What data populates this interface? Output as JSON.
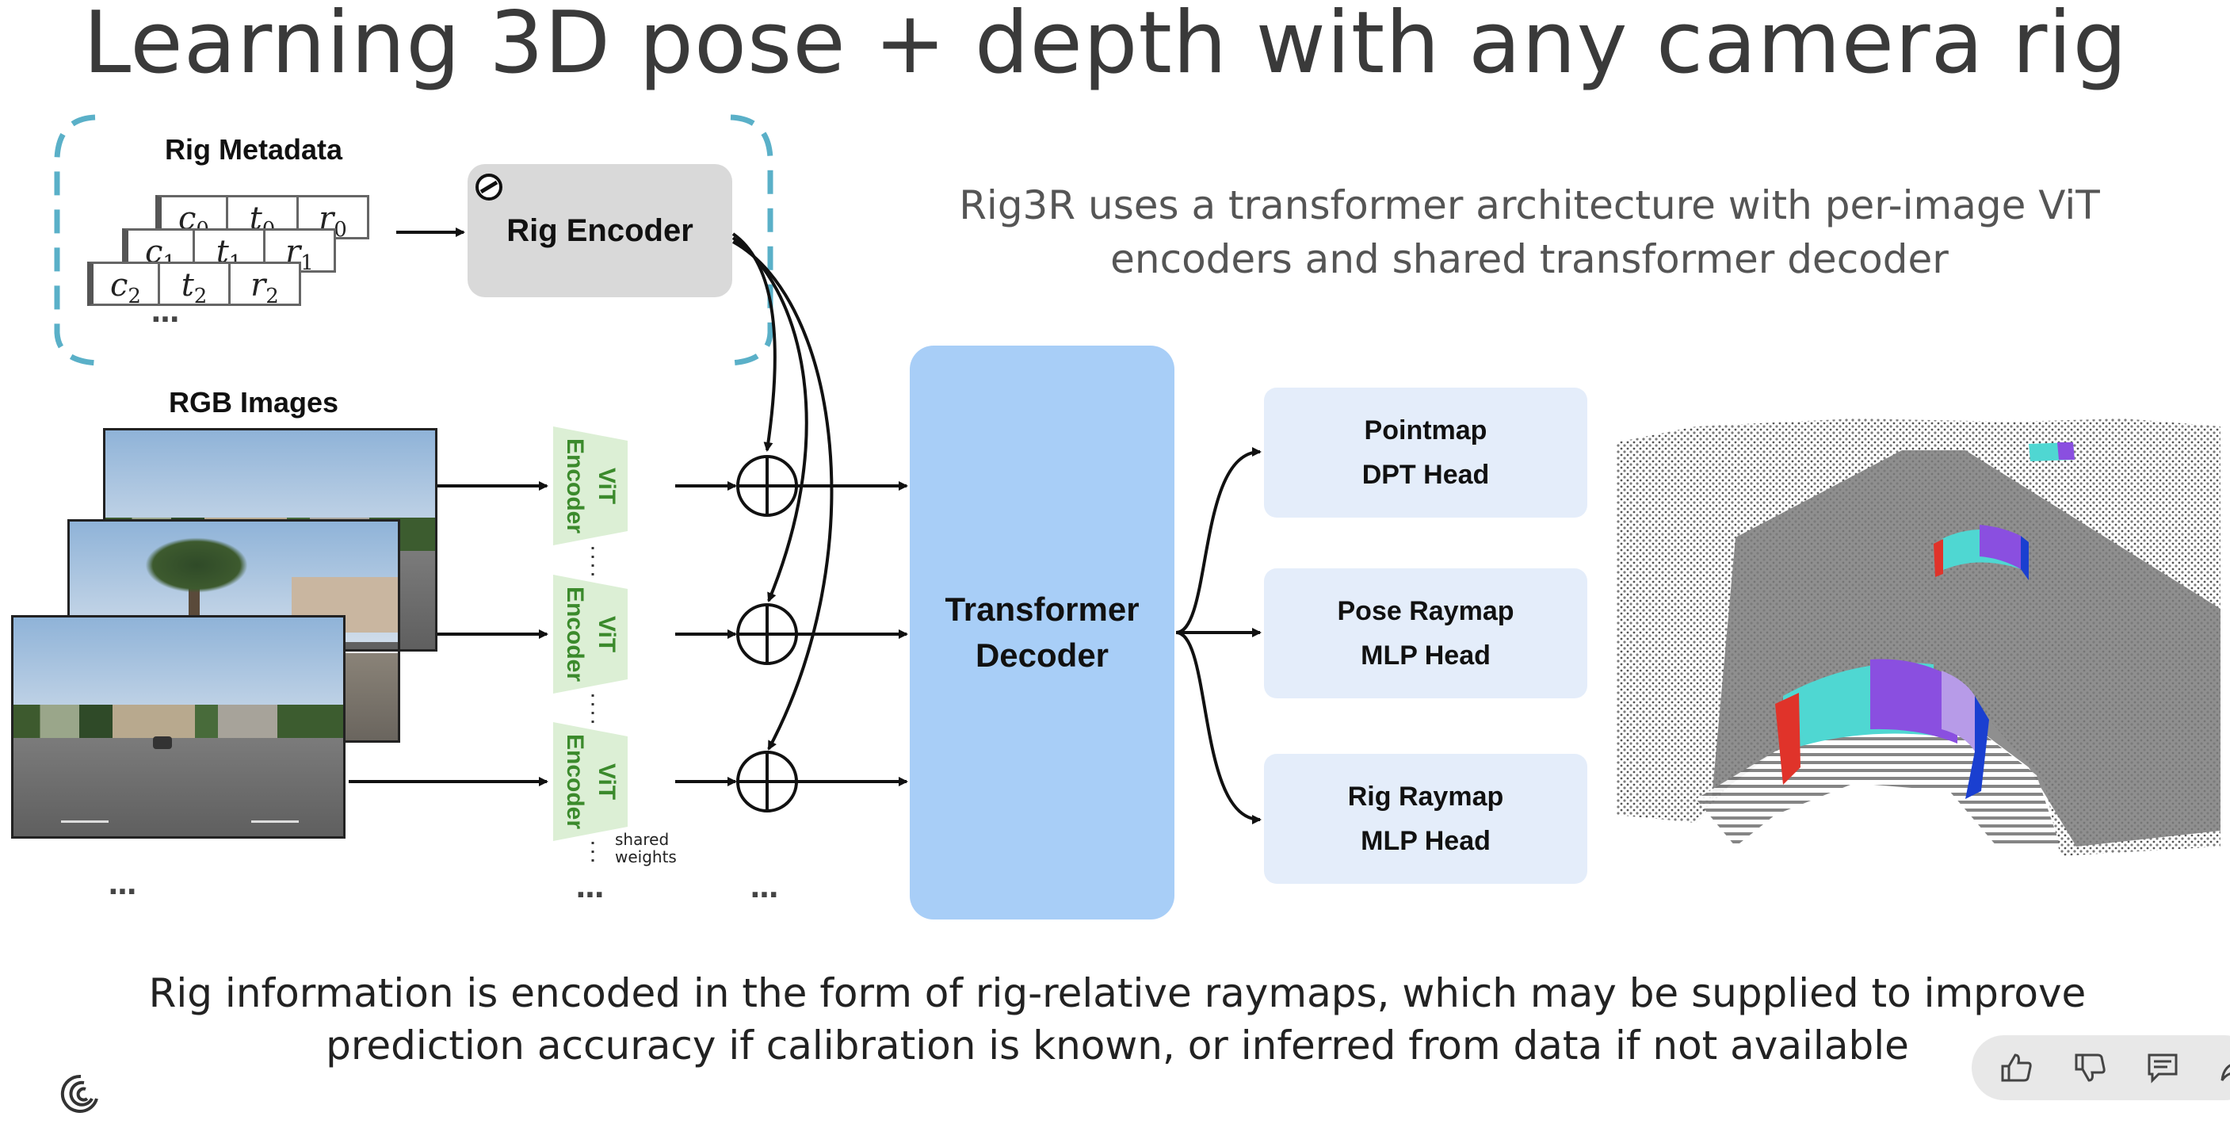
{
  "title": "Learning 3D pose + depth with any camera rig",
  "rig_metadata": {
    "label": "Rig Metadata",
    "rows": [
      {
        "cells": [
          "c0",
          "t0",
          "r0"
        ]
      },
      {
        "cells": [
          "c1",
          "t1",
          "r1"
        ]
      },
      {
        "cells": [
          "c2",
          "t2",
          "r2"
        ]
      }
    ],
    "ellipsis": "..."
  },
  "rig_encoder": {
    "label": "Rig Encoder",
    "icon": "lock-icon"
  },
  "rgb_images": {
    "label": "RGB Images",
    "ellipsis": "..."
  },
  "vit_encoders": [
    {
      "line1": "ViT",
      "line2": "Encoder"
    },
    {
      "line1": "ViT",
      "line2": "Encoder"
    },
    {
      "line1": "ViT",
      "line2": "Encoder"
    }
  ],
  "shared_weights": {
    "line1": "shared",
    "line2": "weights"
  },
  "encoder_ellipsis": "...",
  "plus_ellipsis": "...",
  "decoder": {
    "line1": "Transformer",
    "line2": "Decoder"
  },
  "heads": [
    {
      "line1": "Pointmap",
      "line2": "DPT Head"
    },
    {
      "line1": "Pose Raymap",
      "line2": "MLP Head"
    },
    {
      "line1": "Rig Raymap",
      "line2": "MLP Head"
    }
  ],
  "description": {
    "line1": "Rig3R uses a transformer architecture with per-image ViT",
    "line2": "encoders and shared transformer decoder"
  },
  "bottom_caption": {
    "line1": "Rig information is encoded in the form of rig-relative raymaps, which may be supplied to improve",
    "line2": "prediction accuracy if calibration is known, or inferred from data if not available"
  },
  "colors": {
    "dashed_bracket": "#5ab0c8",
    "decoder_fill": "#a8cef7",
    "head_fill": "#e4edfa",
    "encoder_fill": "#dcefd5",
    "encoder_text": "#3b8a2c"
  },
  "action_bar": {
    "icons": [
      "thumbs-up-icon",
      "thumbs-down-icon",
      "comment-icon",
      "share-icon"
    ]
  }
}
